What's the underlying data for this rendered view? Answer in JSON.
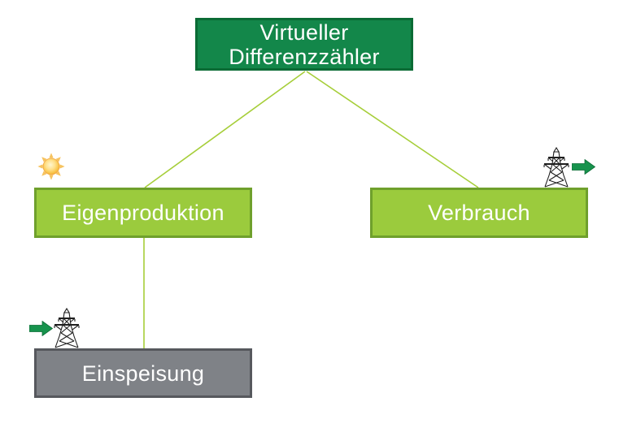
{
  "diagram": {
    "nodes": [
      {
        "id": "virtueller-differenzzaehler",
        "label": "Virtueller Differenzzähler",
        "kind": "dark-green"
      },
      {
        "id": "eigenproduktion",
        "label": "Eigenproduktion",
        "kind": "light-green"
      },
      {
        "id": "verbrauch",
        "label": "Verbrauch",
        "kind": "light-green"
      },
      {
        "id": "einspeisung",
        "label": "Einspeisung",
        "kind": "gray"
      }
    ],
    "edges": [
      {
        "from": "virtueller-differenzzaehler",
        "to": "eigenproduktion"
      },
      {
        "from": "virtueller-differenzzaehler",
        "to": "verbrauch"
      },
      {
        "from": "eigenproduktion",
        "to": "einspeisung"
      }
    ],
    "icons": [
      {
        "name": "sun-icon",
        "attached_to": "eigenproduktion"
      },
      {
        "name": "power-tower-icon",
        "attached_to": "verbrauch"
      },
      {
        "name": "arrow-right-icon",
        "attached_to": "verbrauch"
      },
      {
        "name": "arrow-right-icon",
        "attached_to": "einspeisung"
      },
      {
        "name": "power-tower-icon",
        "attached_to": "einspeisung"
      }
    ],
    "colors": {
      "node-dark-fill": "#13874a",
      "node-dark-border": "#0b6b35",
      "node-light-fill": "#9bcb3d",
      "node-light-border": "#6fa02c",
      "node-gray-fill": "#7f8287",
      "node-gray-border": "#56585d",
      "connector": "#a6ce39",
      "arrow-green": "#17934d",
      "text": "#ffffff"
    }
  }
}
